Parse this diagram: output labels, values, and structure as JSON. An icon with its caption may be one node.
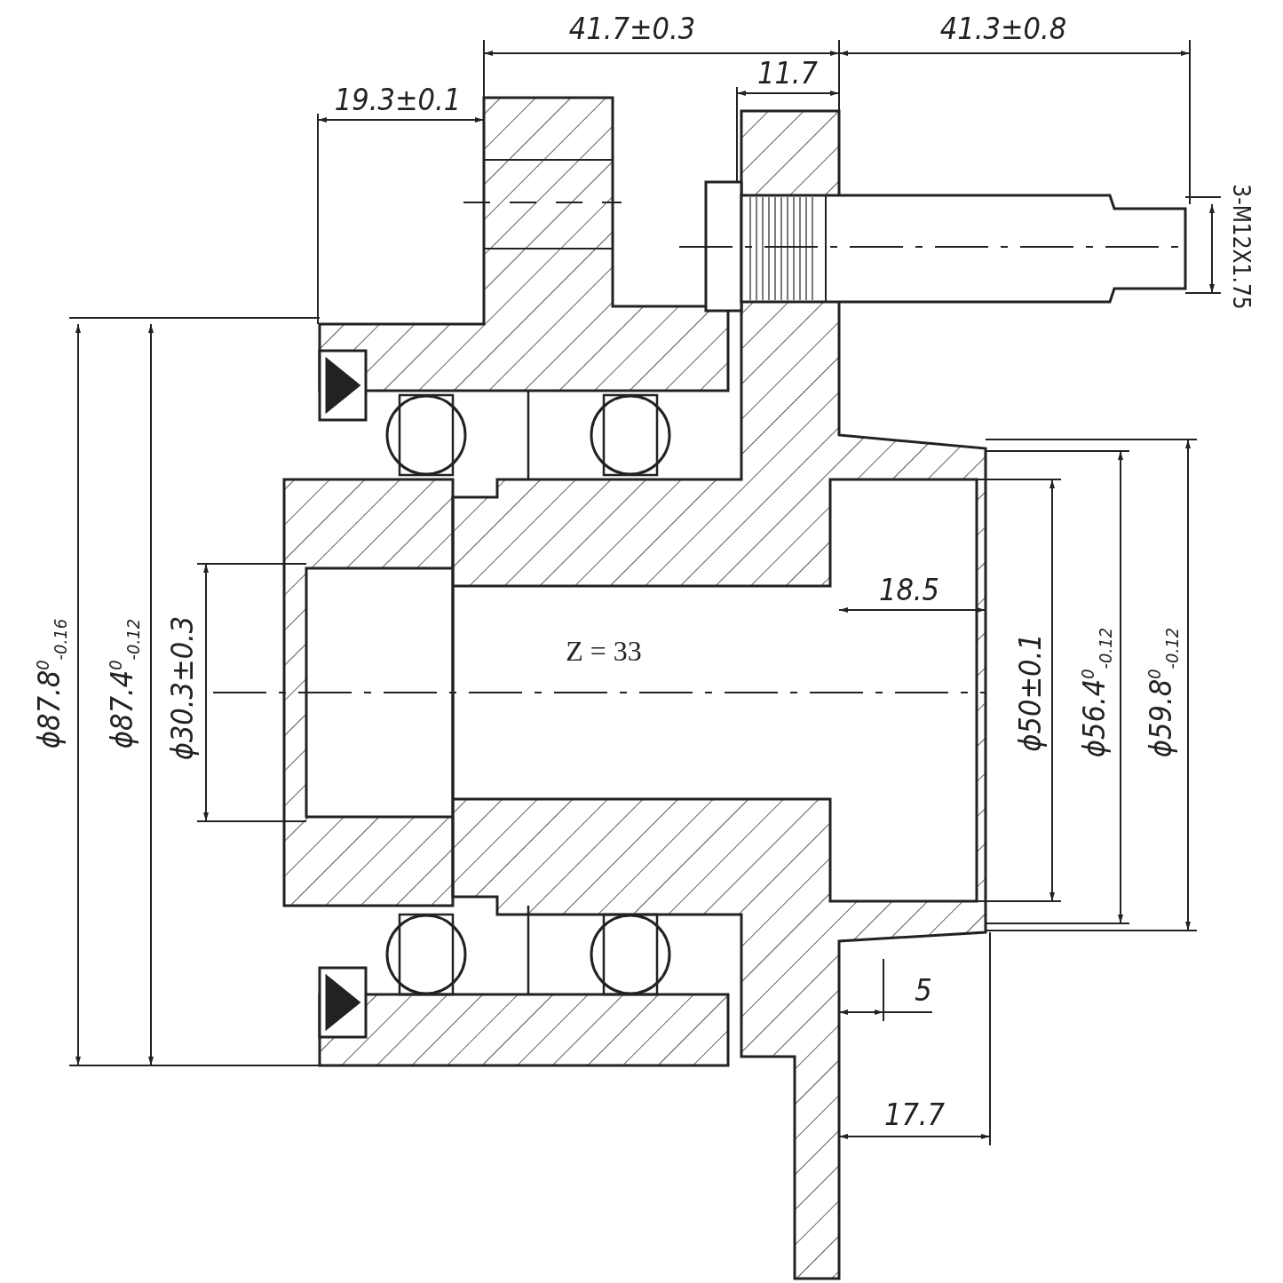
{
  "diagram": {
    "labels": [
      "41.7±0.3",
      "41.3±0.8",
      "19.3±0.1",
      "11.7",
      "3-M12X1.75",
      "18.5",
      "Z = 33",
      "ϕ87.8$^{0}$$_{-0.16}$",
      "ϕ87.4$^{0}$$_{-0.12}$",
      "ϕ30.3±0.3",
      "ϕ50±0.1",
      "ϕ56.4$^{0}$$_{-0.12}$",
      "ϕ59.8$^{0}$$_{-0.12}$",
      "5",
      "17.7"
    ]
  }
}
